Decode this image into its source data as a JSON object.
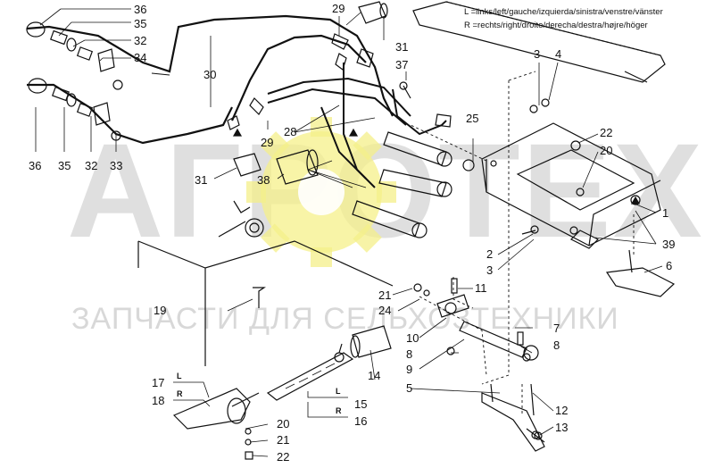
{
  "legend": {
    "left": "L =links/left/gauche/izquierda/sinistra/venstre/vänster",
    "right": "R =rechts/right/droite/derecha/destra/højre/höger"
  },
  "watermark": {
    "brand": "АГРОТЕХ",
    "subtitle": "ЗАПЧАСТИ ДЛЯ СЕЛЬХОЗТЕХНИКИ",
    "gear_color": "#f5f08a",
    "gray_color": "#b9b9b9"
  },
  "callouts": {
    "c36a": "36",
    "c35a": "35",
    "c32a": "32",
    "c34": "34",
    "c30": "30",
    "c29a": "29",
    "c31a": "31",
    "c37": "37",
    "c36b": "36",
    "c35b": "35",
    "c32b": "32",
    "c33": "33",
    "c29b": "29",
    "c28": "28",
    "c25": "25",
    "c3a": "3",
    "c4": "4",
    "c22a": "22",
    "c20a": "20",
    "c31b": "31",
    "c38": "38",
    "c1": "1",
    "c39": "39",
    "c2": "2",
    "c3b": "3",
    "c6": "6",
    "c21a": "21",
    "c11": "11",
    "c24": "24",
    "c19": "19",
    "c10": "10",
    "c7": "7",
    "c8a": "8",
    "c8b": "8",
    "c9": "9",
    "c5": "5",
    "c14": "14",
    "c12": "12",
    "c13": "13",
    "c17": "17",
    "c18": "18",
    "c15": "15",
    "c16": "16",
    "c20b": "20",
    "c21b": "21",
    "c22b": "22"
  },
  "side_marks": {
    "l17": "L",
    "r18": "R",
    "l15": "L",
    "r16": "R"
  }
}
